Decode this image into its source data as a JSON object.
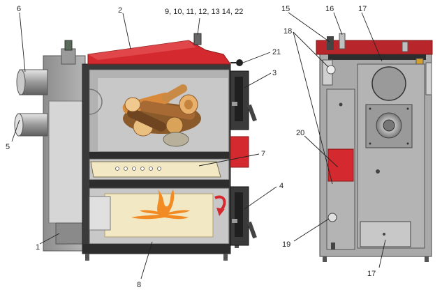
{
  "callouts": {
    "c1": "1",
    "c2": "2",
    "c3": "3",
    "c4": "4",
    "c5": "5",
    "c6": "6",
    "c7": "7",
    "c8": "8",
    "c9": "9, 10, 11, 12, 13 14, 22",
    "c15": "15",
    "c16": "16",
    "c17a": "17",
    "c17b": "17",
    "c18": "18",
    "c19": "19",
    "c20": "20",
    "c21": "21"
  },
  "colors": {
    "boiler_body": "#a9a9a9",
    "chamber": "#c8c8c8",
    "red_panel": "#d42a2f",
    "dark_steel": "#3b3b3b",
    "ash_cream": "#f2e8c4",
    "flame": "#f28b23"
  }
}
